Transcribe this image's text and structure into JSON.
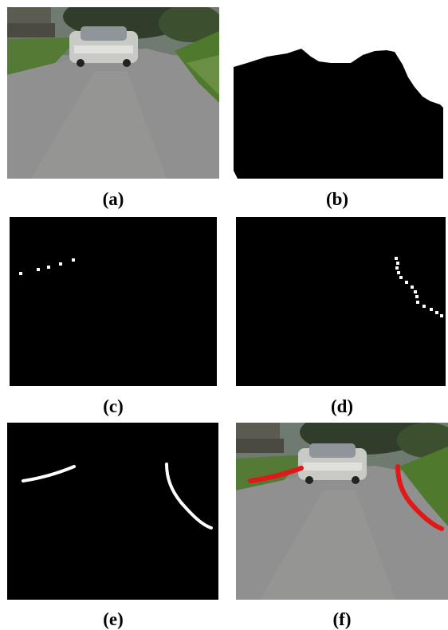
{
  "figure": {
    "panels": [
      {
        "id": "a",
        "label": "(a)",
        "content": "road-photo"
      },
      {
        "id": "b",
        "label": "(b)",
        "content": "road-region-mask"
      },
      {
        "id": "c",
        "label": "(c)",
        "content": "left-edge-points"
      },
      {
        "id": "d",
        "label": "(d)",
        "content": "right-edge-points"
      },
      {
        "id": "e",
        "label": "(e)",
        "content": "fitted-edge-curves"
      },
      {
        "id": "f",
        "label": "(f)",
        "content": "edges-overlaid-on-photo"
      }
    ],
    "colors": {
      "mask_background": "#000000",
      "edge_points": "#ffffff",
      "overlay_edges": "#e01818"
    }
  }
}
